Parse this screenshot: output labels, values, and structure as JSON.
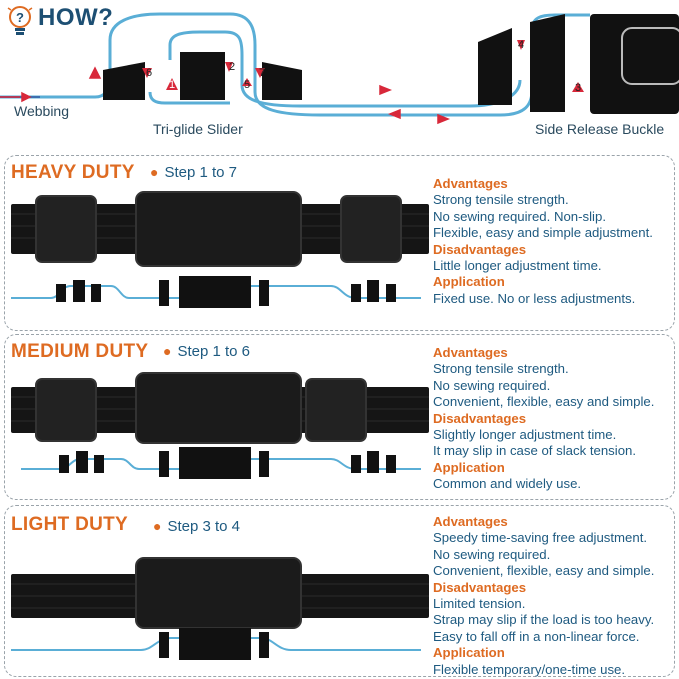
{
  "header": {
    "title": "HOW?",
    "labels": {
      "webbing": "Webbing",
      "triglide": "Tri-glide Slider",
      "buckle": "Side Release Buckle"
    },
    "step_markers": [
      "1",
      "2",
      "3",
      "4",
      "5",
      "6",
      "7"
    ]
  },
  "colors": {
    "accent_orange": "#de6b22",
    "text_blue": "#1e5a80",
    "webbing_blue": "#5aaed6",
    "arrow_red": "#d8283a",
    "hardware_black": "#111111"
  },
  "panels": [
    {
      "duty": "HEAVY DUTY",
      "steps": "Step 1 to 7",
      "sections": [
        {
          "heading": "Advantages",
          "lines": [
            "Strong tensile strength.",
            "No sewing required. Non-slip.",
            "Flexible, easy and simple adjustment."
          ]
        },
        {
          "heading": "Disadvantages",
          "lines": [
            "Little longer adjustment time."
          ]
        },
        {
          "heading": "Application",
          "lines": [
            "Fixed use. No or less adjustments."
          ]
        }
      ]
    },
    {
      "duty": "MEDIUM DUTY",
      "steps": "Step 1 to 6",
      "sections": [
        {
          "heading": "Advantages",
          "lines": [
            "Strong tensile strength.",
            "No sewing required.",
            "Convenient, flexible, easy and simple."
          ]
        },
        {
          "heading": "Disadvantages",
          "lines": [
            "Slightly longer adjustment time.",
            "It may slip in case of slack tension."
          ]
        },
        {
          "heading": "Application",
          "lines": [
            "Common and widely use."
          ]
        }
      ]
    },
    {
      "duty": "LIGHT DUTY",
      "steps": "Step 3 to 4",
      "sections": [
        {
          "heading": "Advantages",
          "lines": [
            "Speedy time-saving free adjustment.",
            "No sewing required.",
            "Convenient, flexible, easy and simple."
          ]
        },
        {
          "heading": "Disadvantages",
          "lines": [
            "Limited tension.",
            "Strap may slip if the load is too heavy.",
            "Easy to fall off in a non-linear force."
          ]
        },
        {
          "heading": "Application",
          "lines": [
            "Flexible temporary/one-time use."
          ]
        }
      ]
    }
  ]
}
